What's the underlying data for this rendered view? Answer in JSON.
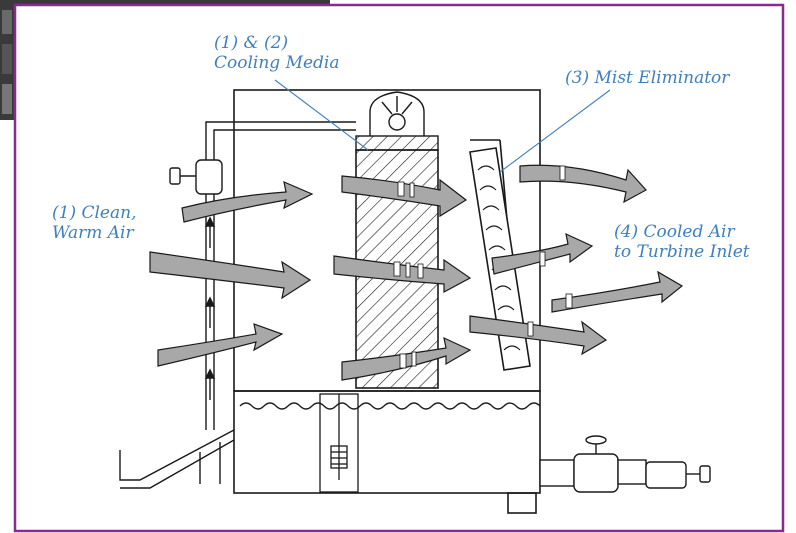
{
  "labels": {
    "cooling_media": "(1) & (2)\nCooling Media",
    "mist_eliminator": "(3) Mist Eliminator",
    "clean_warm_air": "(1) Clean,\nWarm Air",
    "cooled_air": "(4) Cooled Air\nto Turbine Inlet"
  },
  "colors": {
    "label": "#3f7fbf",
    "frame_border": "#8a2a8e",
    "outline": "#1a1a1a",
    "arrow_fill": "#a8a8a8",
    "corner_photo": "#3a3a3a"
  }
}
